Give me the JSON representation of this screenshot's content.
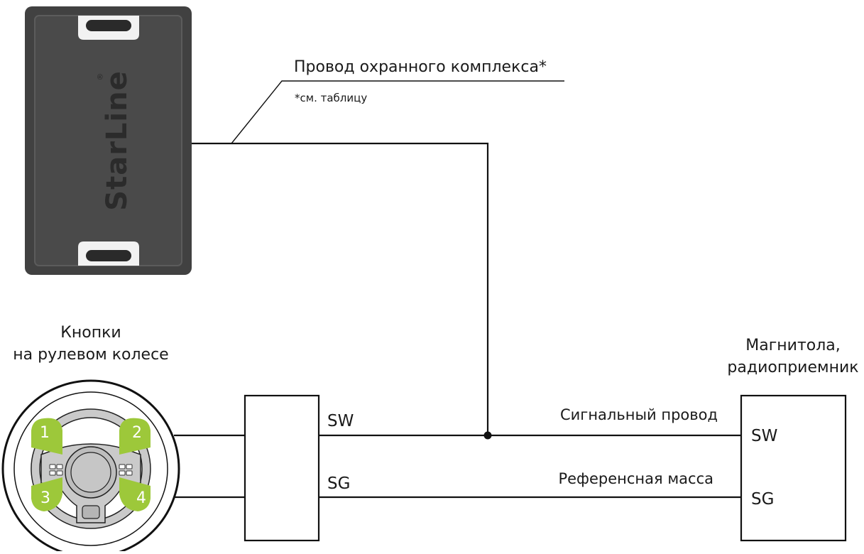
{
  "device": {
    "brand": "StarLine",
    "registered_mark": "®"
  },
  "wire_label": "Провод охранного комплекса*",
  "wire_note": "*см. таблицу",
  "wheel": {
    "caption_line1": "Кнопки",
    "caption_line2": "на рулевом колесе",
    "buttons": [
      "1",
      "2",
      "3",
      "4"
    ]
  },
  "radio": {
    "caption_line1": "Магнитола,",
    "caption_line2": "радиоприемник",
    "pin_sw": "SW",
    "pin_sg": "SG"
  },
  "junction": {
    "pin_sw": "SW",
    "pin_sg": "SG"
  },
  "signal_wire_label": "Сигнальный провод",
  "reference_ground_label": "Референсная масса",
  "colors": {
    "line": "#111111",
    "device_body": "#414141",
    "device_inner": "#4b4b4b",
    "device_border": "#5e5e5e",
    "button_green": "#9dc83a",
    "wheel_gray": "#c9c9c9"
  }
}
